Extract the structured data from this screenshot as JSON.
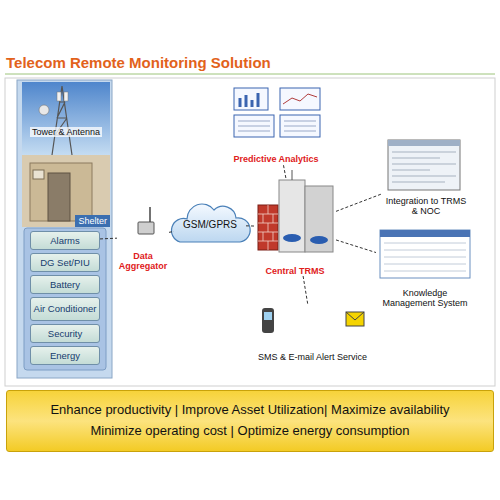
{
  "diagram": {
    "title": "Telecom Remote Monitoring Solution",
    "nodes": [
      {
        "text": [
          "Tower & Antenna"
        ]
      },
      {
        "text": [
          "Shelter"
        ]
      },
      {
        "text": [
          "Alarms"
        ]
      },
      {
        "text": [
          "DG Set/PIU"
        ]
      },
      {
        "text": [
          "Battery"
        ]
      },
      {
        "text": [
          "Air Conditioner"
        ]
      },
      {
        "text": [
          "Security"
        ]
      },
      {
        "text": [
          "Energy"
        ]
      },
      {
        "text": [
          "Data Aggregator"
        ]
      },
      {
        "text": [
          "GSM/GPRS"
        ]
      },
      {
        "text": [
          "Predictive Analytics"
        ]
      },
      {
        "text": [
          "Central TRMS"
        ]
      },
      {
        "text": [
          "Integration to TRMS & NOC"
        ]
      },
      {
        "text": [
          "Knowledge Management System"
        ]
      },
      {
        "text": [
          "SMS & E-mail Alert Service"
        ]
      },
      {
        "text": [
          "Enhance productivity | Improve Asset Utilization| Maximize availability",
          "Minimize operating cost | Optimize energy consumption"
        ]
      }
    ],
    "edges": [
      {
        "from": 2,
        "to": 8,
        "arrow": "none"
      },
      {
        "from": 8,
        "to": 9,
        "arrow": "none"
      },
      {
        "from": 9,
        "to": 11,
        "arrow": "none"
      },
      {
        "from": 11,
        "to": 10,
        "arrow": "none"
      },
      {
        "from": 11,
        "to": 12,
        "arrow": "none"
      },
      {
        "from": 11,
        "to": 13,
        "arrow": "none"
      },
      {
        "from": 11,
        "to": 14,
        "arrow": "none"
      }
    ]
  }
}
